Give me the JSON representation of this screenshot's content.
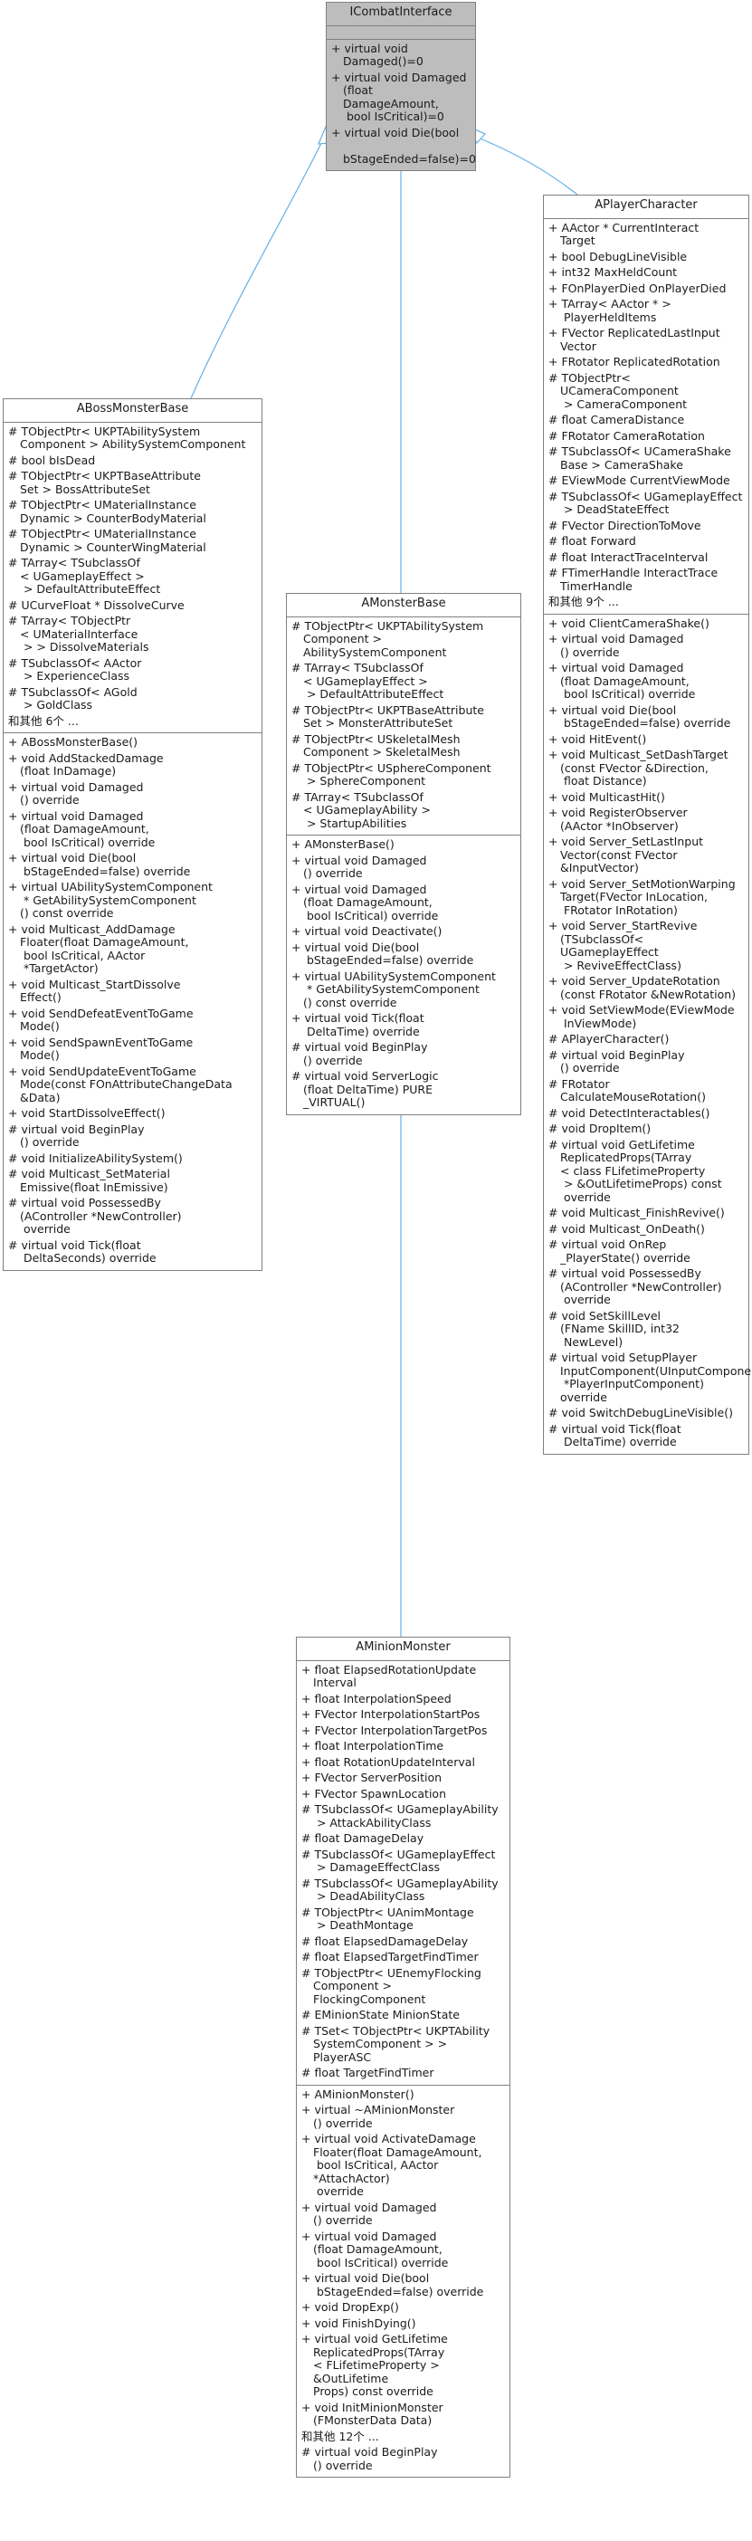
{
  "diagram": {
    "type": "uml-class-inheritance",
    "colors": {
      "edge": "#63b0e6",
      "box_border": "#808080",
      "interface_fill": "#bdbdbd"
    },
    "classes": {
      "icombat": {
        "name": "ICombatInterface",
        "attributes": [],
        "methods": [
          "+ virtual void Damaged()=0",
          "+ virtual void Damaged\n(float DamageAmount,\n bool IsCritical)=0",
          "+ virtual void Die(bool\n bStageEnded=false)=0"
        ]
      },
      "boss": {
        "name": "ABossMonsterBase",
        "attributes": [
          "# TObjectPtr< UKPTAbilitySystem\nComponent > AbilitySystemComponent",
          "# bool bIsDead",
          "# TObjectPtr< UKPTBaseAttribute\nSet > BossAttributeSet",
          "# TObjectPtr< UMaterialInstance\nDynamic > CounterBodyMaterial",
          "# TObjectPtr< UMaterialInstance\nDynamic > CounterWingMaterial",
          "# TArray< TSubclassOf\n< UGameplayEffect >\n > DefaultAttributeEffect",
          "# UCurveFloat * DissolveCurve",
          "# TArray< TObjectPtr\n< UMaterialInterface\n > > DissolveMaterials",
          "# TSubclassOf< AActor\n > ExperienceClass",
          "# TSubclassOf< AGold\n > GoldClass",
          "和其他 6个 ..."
        ],
        "methods": [
          "+ ABossMonsterBase()",
          "+ void AddStackedDamage\n(float InDamage)",
          "+ virtual void Damaged\n() override",
          "+ virtual void Damaged\n(float DamageAmount,\n bool IsCritical) override",
          "+ virtual void Die(bool\n bStageEnded=false) override",
          "+ virtual UAbilitySystemComponent\n * GetAbilitySystemComponent\n() const override",
          "+ void Multicast_AddDamage\nFloater(float DamageAmount,\n bool IsCritical, AActor\n *TargetActor)",
          "+ void Multicast_StartDissolve\nEffect()",
          "+ void SendDefeatEventToGame\nMode()",
          "+ void SendSpawnEventToGame\nMode()",
          "+ void SendUpdateEventToGame\nMode(const FOnAttributeChangeData &Data)",
          "+ void StartDissolveEffect()",
          "# virtual void BeginPlay\n() override",
          "# void InitializeAbilitySystem()",
          "# void Multicast_SetMaterial\nEmissive(float InEmissive)",
          "# virtual void PossessedBy\n(AController *NewController)\n override",
          "# virtual void Tick(float\n DeltaSeconds) override"
        ]
      },
      "monster": {
        "name": "AMonsterBase",
        "attributes": [
          "# TObjectPtr< UKPTAbilitySystem\nComponent > AbilitySystemComponent",
          "# TArray< TSubclassOf\n< UGameplayEffect >\n > DefaultAttributeEffect",
          "# TObjectPtr< UKPTBaseAttribute\nSet > MonsterAttributeSet",
          "# TObjectPtr< USkeletalMesh\nComponent > SkeletalMesh",
          "# TObjectPtr< USphereComponent\n > SphereComponent",
          "# TArray< TSubclassOf\n< UGameplayAbility >\n > StartupAbilities"
        ],
        "methods": [
          "+ AMonsterBase()",
          "+ virtual void Damaged\n() override",
          "+ virtual void Damaged\n(float DamageAmount,\n bool IsCritical) override",
          "+ virtual void Deactivate()",
          "+ virtual void Die(bool\n bStageEnded=false) override",
          "+ virtual UAbilitySystemComponent\n * GetAbilitySystemComponent\n() const override",
          "+ virtual void Tick(float\n DeltaTime) override",
          "# virtual void BeginPlay\n() override",
          "# virtual void ServerLogic\n(float DeltaTime) PURE\n_VIRTUAL()"
        ]
      },
      "player": {
        "name": "APlayerCharacter",
        "attributes": [
          "+ AActor * CurrentInteract\nTarget",
          "+ bool DebugLineVisible",
          "+ int32 MaxHeldCount",
          "+ FOnPlayerDied OnPlayerDied",
          "+ TArray< AActor * >\n PlayerHeldItems",
          "+ FVector ReplicatedLastInput\nVector",
          "+ FRotator ReplicatedRotation",
          "# TObjectPtr< UCameraComponent\n > CameraComponent",
          "# float CameraDistance",
          "# FRotator CameraRotation",
          "# TSubclassOf< UCameraShake\nBase > CameraShake",
          "# EViewMode CurrentViewMode",
          "# TSubclassOf< UGameplayEffect\n > DeadStateEffect",
          "# FVector DirectionToMove",
          "# float Forward",
          "# float InteractTraceInterval",
          "# FTimerHandle InteractTrace\nTimerHandle",
          "和其他 9个 ..."
        ],
        "methods": [
          "+ void ClientCameraShake()",
          "+ virtual void Damaged\n() override",
          "+ virtual void Damaged\n(float DamageAmount,\n bool IsCritical) override",
          "+ virtual void Die(bool\n bStageEnded=false) override",
          "+ void HitEvent()",
          "+ void Multicast_SetDashTarget\n(const FVector &Direction,\n float Distance)",
          "+ void MulticastHit()",
          "+ void RegisterObserver\n(AActor *InObserver)",
          "+ void Server_SetLastInput\nVector(const FVector &InputVector)",
          "+ void Server_SetMotionWarping\nTarget(FVector InLocation,\n FRotator InRotation)",
          "+ void Server_StartRevive\n(TSubclassOf< UGameplayEffect\n > ReviveEffectClass)",
          "+ void Server_UpdateRotation\n(const FRotator &NewRotation)",
          "+ void SetViewMode(EViewMode\n InViewMode)",
          "# APlayerCharacter()",
          "# virtual void BeginPlay\n() override",
          "# FRotator CalculateMouseRotation()",
          "# void DetectInteractables()",
          "# void DropItem()",
          "# virtual void GetLifetime\nReplicatedProps(TArray\n< class FLifetimeProperty\n > &OutLifetimeProps) const\n override",
          "# void Multicast_FinishRevive()",
          "# void Multicast_OnDeath()",
          "# virtual void OnRep\n_PlayerState() override",
          "# virtual void PossessedBy\n(AController *NewController)\n override",
          "# void SetSkillLevel\n(FName SkillID, int32\n NewLevel)",
          "# virtual void SetupPlayer\nInputComponent(UInputComponent\n *PlayerInputComponent) override",
          "# void SwitchDebugLineVisible()",
          "# virtual void Tick(float\n DeltaTime) override"
        ]
      },
      "minion": {
        "name": "AMinionMonster",
        "attributes": [
          "+ float ElapsedRotationUpdate\nInterval",
          "+ float InterpolationSpeed",
          "+ FVector InterpolationStartPos",
          "+ FVector InterpolationTargetPos",
          "+ float InterpolationTime",
          "+ float RotationUpdateInterval",
          "+ FVector ServerPosition",
          "+ FVector SpawnLocation",
          "# TSubclassOf< UGameplayAbility\n > AttackAbilityClass",
          "# float DamageDelay",
          "# TSubclassOf< UGameplayEffect\n > DamageEffectClass",
          "# TSubclassOf< UGameplayAbility\n > DeadAbilityClass",
          "# TObjectPtr< UAnimMontage\n > DeathMontage",
          "# float ElapsedDamageDelay",
          "# float ElapsedTargetFindTimer",
          "# TObjectPtr< UEnemyFlocking\nComponent > FlockingComponent",
          "# EMinionState MinionState",
          "# TSet< TObjectPtr< UKPTAbility\nSystemComponent > > PlayerASC",
          "# float TargetFindTimer"
        ],
        "methods": [
          "+ AMinionMonster()",
          "+ virtual ~AMinionMonster\n() override",
          "+ virtual void ActivateDamage\nFloater(float DamageAmount,\n bool IsCritical, AActor *AttachActor)\n override",
          "+ virtual void Damaged\n() override",
          "+ virtual void Damaged\n(float DamageAmount,\n bool IsCritical) override",
          "+ virtual void Die(bool\n bStageEnded=false) override",
          "+ void DropExp()",
          "+ void FinishDying()",
          "+ virtual void GetLifetime\nReplicatedProps(TArray\n< FLifetimeProperty > &OutLifetime\nProps) const override",
          "+ void InitMinionMonster\n(FMonsterData Data)",
          "和其他 12个 ...",
          "# virtual void BeginPlay\n() override"
        ]
      }
    },
    "inheritance": [
      {
        "child": "ABossMonsterBase",
        "parent": "ICombatInterface"
      },
      {
        "child": "AMonsterBase",
        "parent": "ICombatInterface"
      },
      {
        "child": "APlayerCharacter",
        "parent": "ICombatInterface"
      },
      {
        "child": "AMinionMonster",
        "parent": "AMonsterBase"
      }
    ]
  }
}
